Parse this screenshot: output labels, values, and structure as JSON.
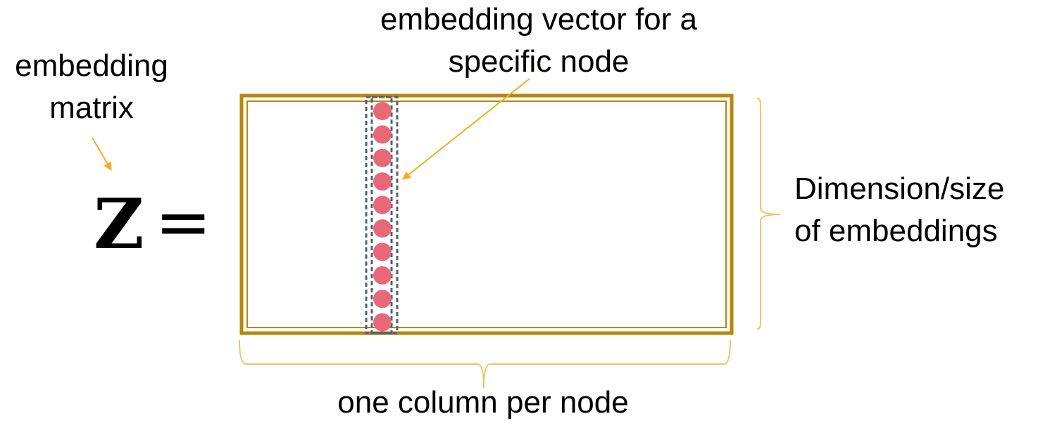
{
  "labels": {
    "matrix_line1": "embedding",
    "matrix_line2": "matrix",
    "vector_line1": "embedding vector for a",
    "vector_line2": "specific node",
    "dimension_line1": "Dimension/size",
    "dimension_line2": "of embeddings",
    "columns": "one column per node"
  },
  "equation": {
    "symbol": "Z",
    "equals": "="
  },
  "vector": {
    "element_count": 10
  },
  "colors": {
    "matrix_border": "#B8860B",
    "node_dot": "#E8687A",
    "column_outline": "#555F6D",
    "arrow": "#F0B020",
    "brace": "#F2C26A",
    "text": "#000000"
  }
}
